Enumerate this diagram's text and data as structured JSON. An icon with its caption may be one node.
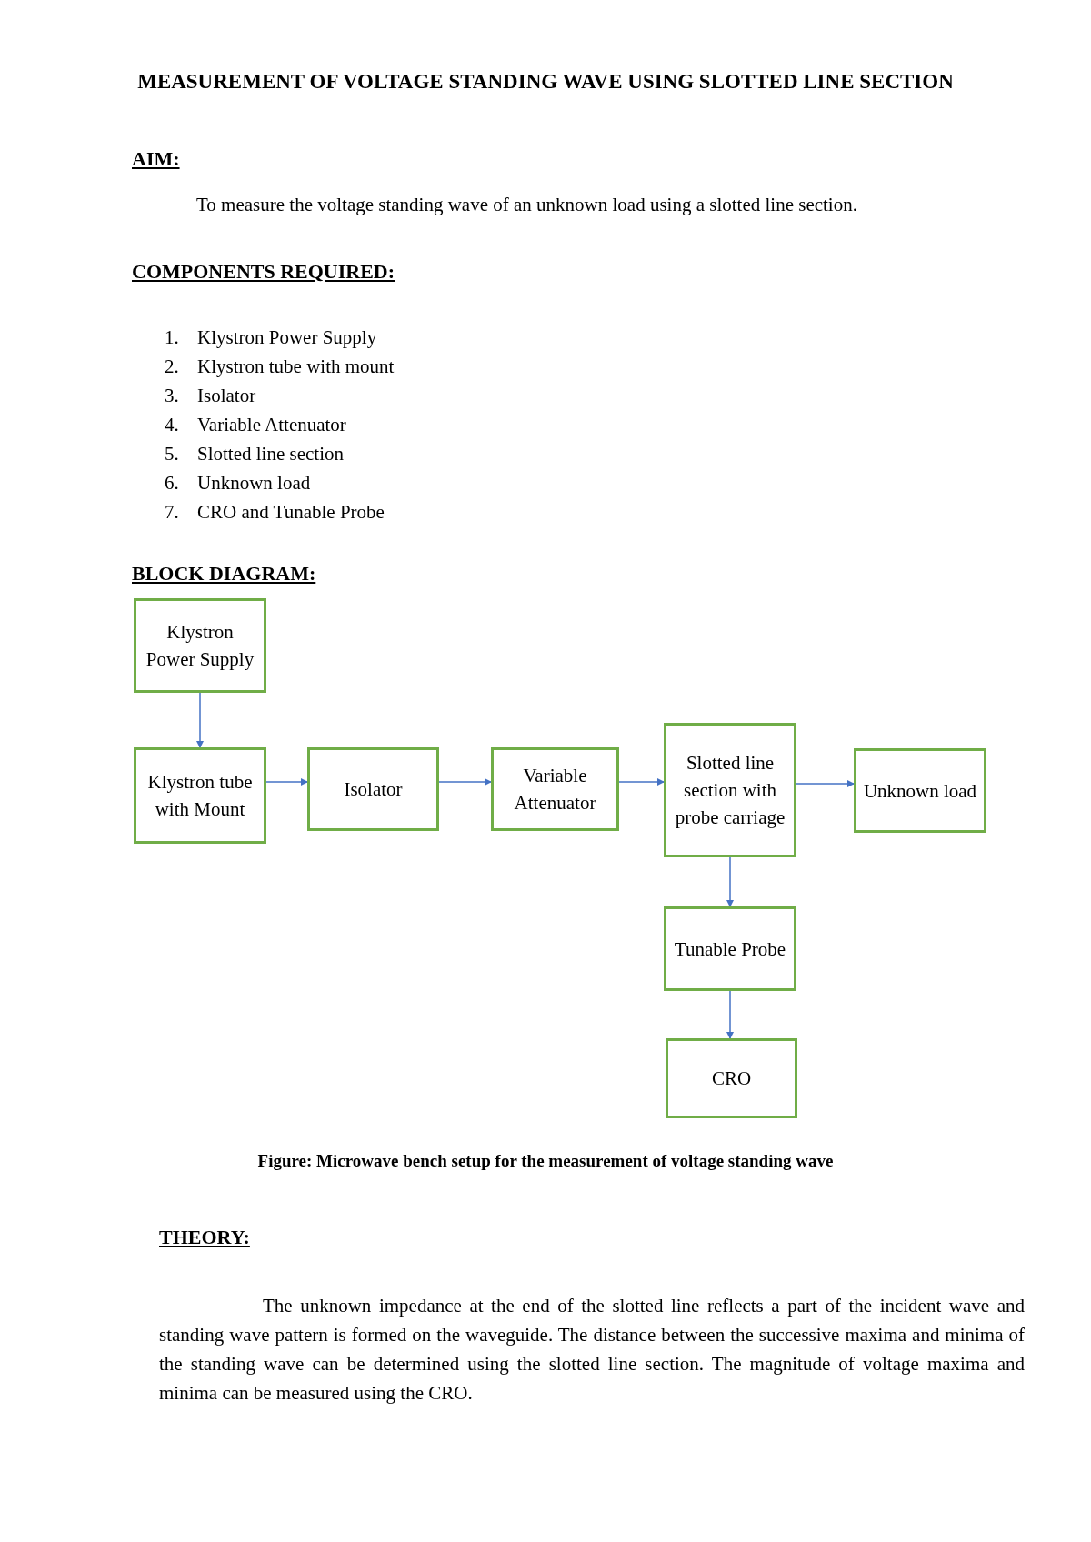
{
  "diagram": {
    "title": "MEASUREMENT OF VOLTAGE STANDING WAVE USING SLOTTED LINE SECTION",
    "caption": "Figure: Microwave bench setup for the measurement of voltage standing wave",
    "nodes": [
      {
        "text": [
          "Klystron Power Supply"
        ]
      },
      {
        "text": [
          "Klystron tube with Mount"
        ]
      },
      {
        "text": [
          "Isolator"
        ]
      },
      {
        "text": [
          "Variable Attenuator"
        ]
      },
      {
        "text": [
          "Slotted line section with probe carriage"
        ]
      },
      {
        "text": [
          "Unknown load"
        ]
      },
      {
        "text": [
          "Tunable Probe"
        ]
      },
      {
        "text": [
          "CRO"
        ]
      }
    ],
    "edges": [
      {
        "from": 0,
        "to": 1,
        "arrow": "to"
      },
      {
        "from": 1,
        "to": 2,
        "arrow": "to"
      },
      {
        "from": 2,
        "to": 3,
        "arrow": "to"
      },
      {
        "from": 3,
        "to": 4,
        "arrow": "to"
      },
      {
        "from": 4,
        "to": 5,
        "arrow": "to"
      },
      {
        "from": 4,
        "to": 6,
        "arrow": "to"
      },
      {
        "from": 6,
        "to": 7,
        "arrow": "to"
      }
    ],
    "labels": [
      "AIM:",
      "To measure the voltage standing wave of an unknown load using a slotted line section.",
      "COMPONENTS REQUIRED:",
      "1.",
      "Klystron Power Supply",
      "2.",
      "Klystron tube with mount",
      "3.",
      "Isolator",
      "4.",
      "Variable Attenuator",
      "5.",
      "Slotted line section",
      "6.",
      "Unknown load",
      "7.",
      "CRO and Tunable Probe",
      "BLOCK DIAGRAM:",
      "THEORY:",
      "The unknown impedance at the end of the slotted line reflects a part of the incident wave and standing wave pattern is formed on the waveguide. The distance between the successive maxima and minima of the standing wave can be determined using the slotted line section. The magnitude of voltage maxima and minima can be measured using the CRO."
    ]
  }
}
